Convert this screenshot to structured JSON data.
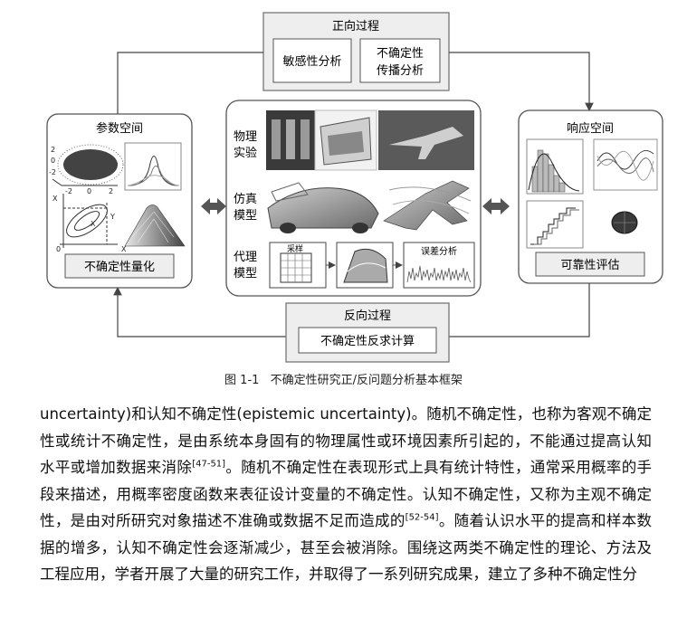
{
  "figure": {
    "forward": {
      "title": "正向过程",
      "box1": "敏感性分析",
      "box2_line1": "不确定性",
      "box2_line2": "传播分析"
    },
    "left": {
      "title": "参数空间",
      "footer": "不确定性量化",
      "tick_labels": [
        "2",
        "0",
        "-2",
        "-2",
        "0",
        "2",
        "X",
        "Y",
        "X",
        "X",
        "0"
      ]
    },
    "center": {
      "row1_line1": "物理",
      "row1_line2": "实验",
      "row2_line1": "仿真",
      "row2_line2": "模型",
      "row3_line1": "代理",
      "row3_line2": "模型",
      "sampling_label": "采样",
      "error_label": "误差分析"
    },
    "right": {
      "title": "响应空间",
      "footer": "可靠性评估"
    },
    "backward": {
      "title": "反向过程",
      "box": "不确定性反求计算"
    }
  },
  "caption": {
    "number": "图 1-1",
    "text": "不确定性研究正/反问题分析基本框架"
  },
  "body": {
    "t1": "uncertainty)和认知不确定性(epistemic uncertainty)。随机不确定性，也称为客观不确定性或统计不确定性，是由系统本身固有的物理属性或环境因素所引起的，不能通过提高认知水平或增加数据来消除",
    "ref1": "[47-51]",
    "t2": "。随机不确定性在表现形式上具有统计特性，通常采用概率的手段来描述，用概率密度函数来表征设计变量的不确定性。认知不确定性，又称为主观不确定性，是由对所研究对象描述不准确或数据不足而造成的",
    "ref2": "[52-54]",
    "t3": "。随着认识水平的提高和样本数据的增多，认知不确定性会逐渐减少，甚至会被消除。围绕这两类不确定性的理论、方法及工程应用，学者开展了大量的研究工作，并取得了一系列研究成果，建立了多种不确定性分"
  }
}
